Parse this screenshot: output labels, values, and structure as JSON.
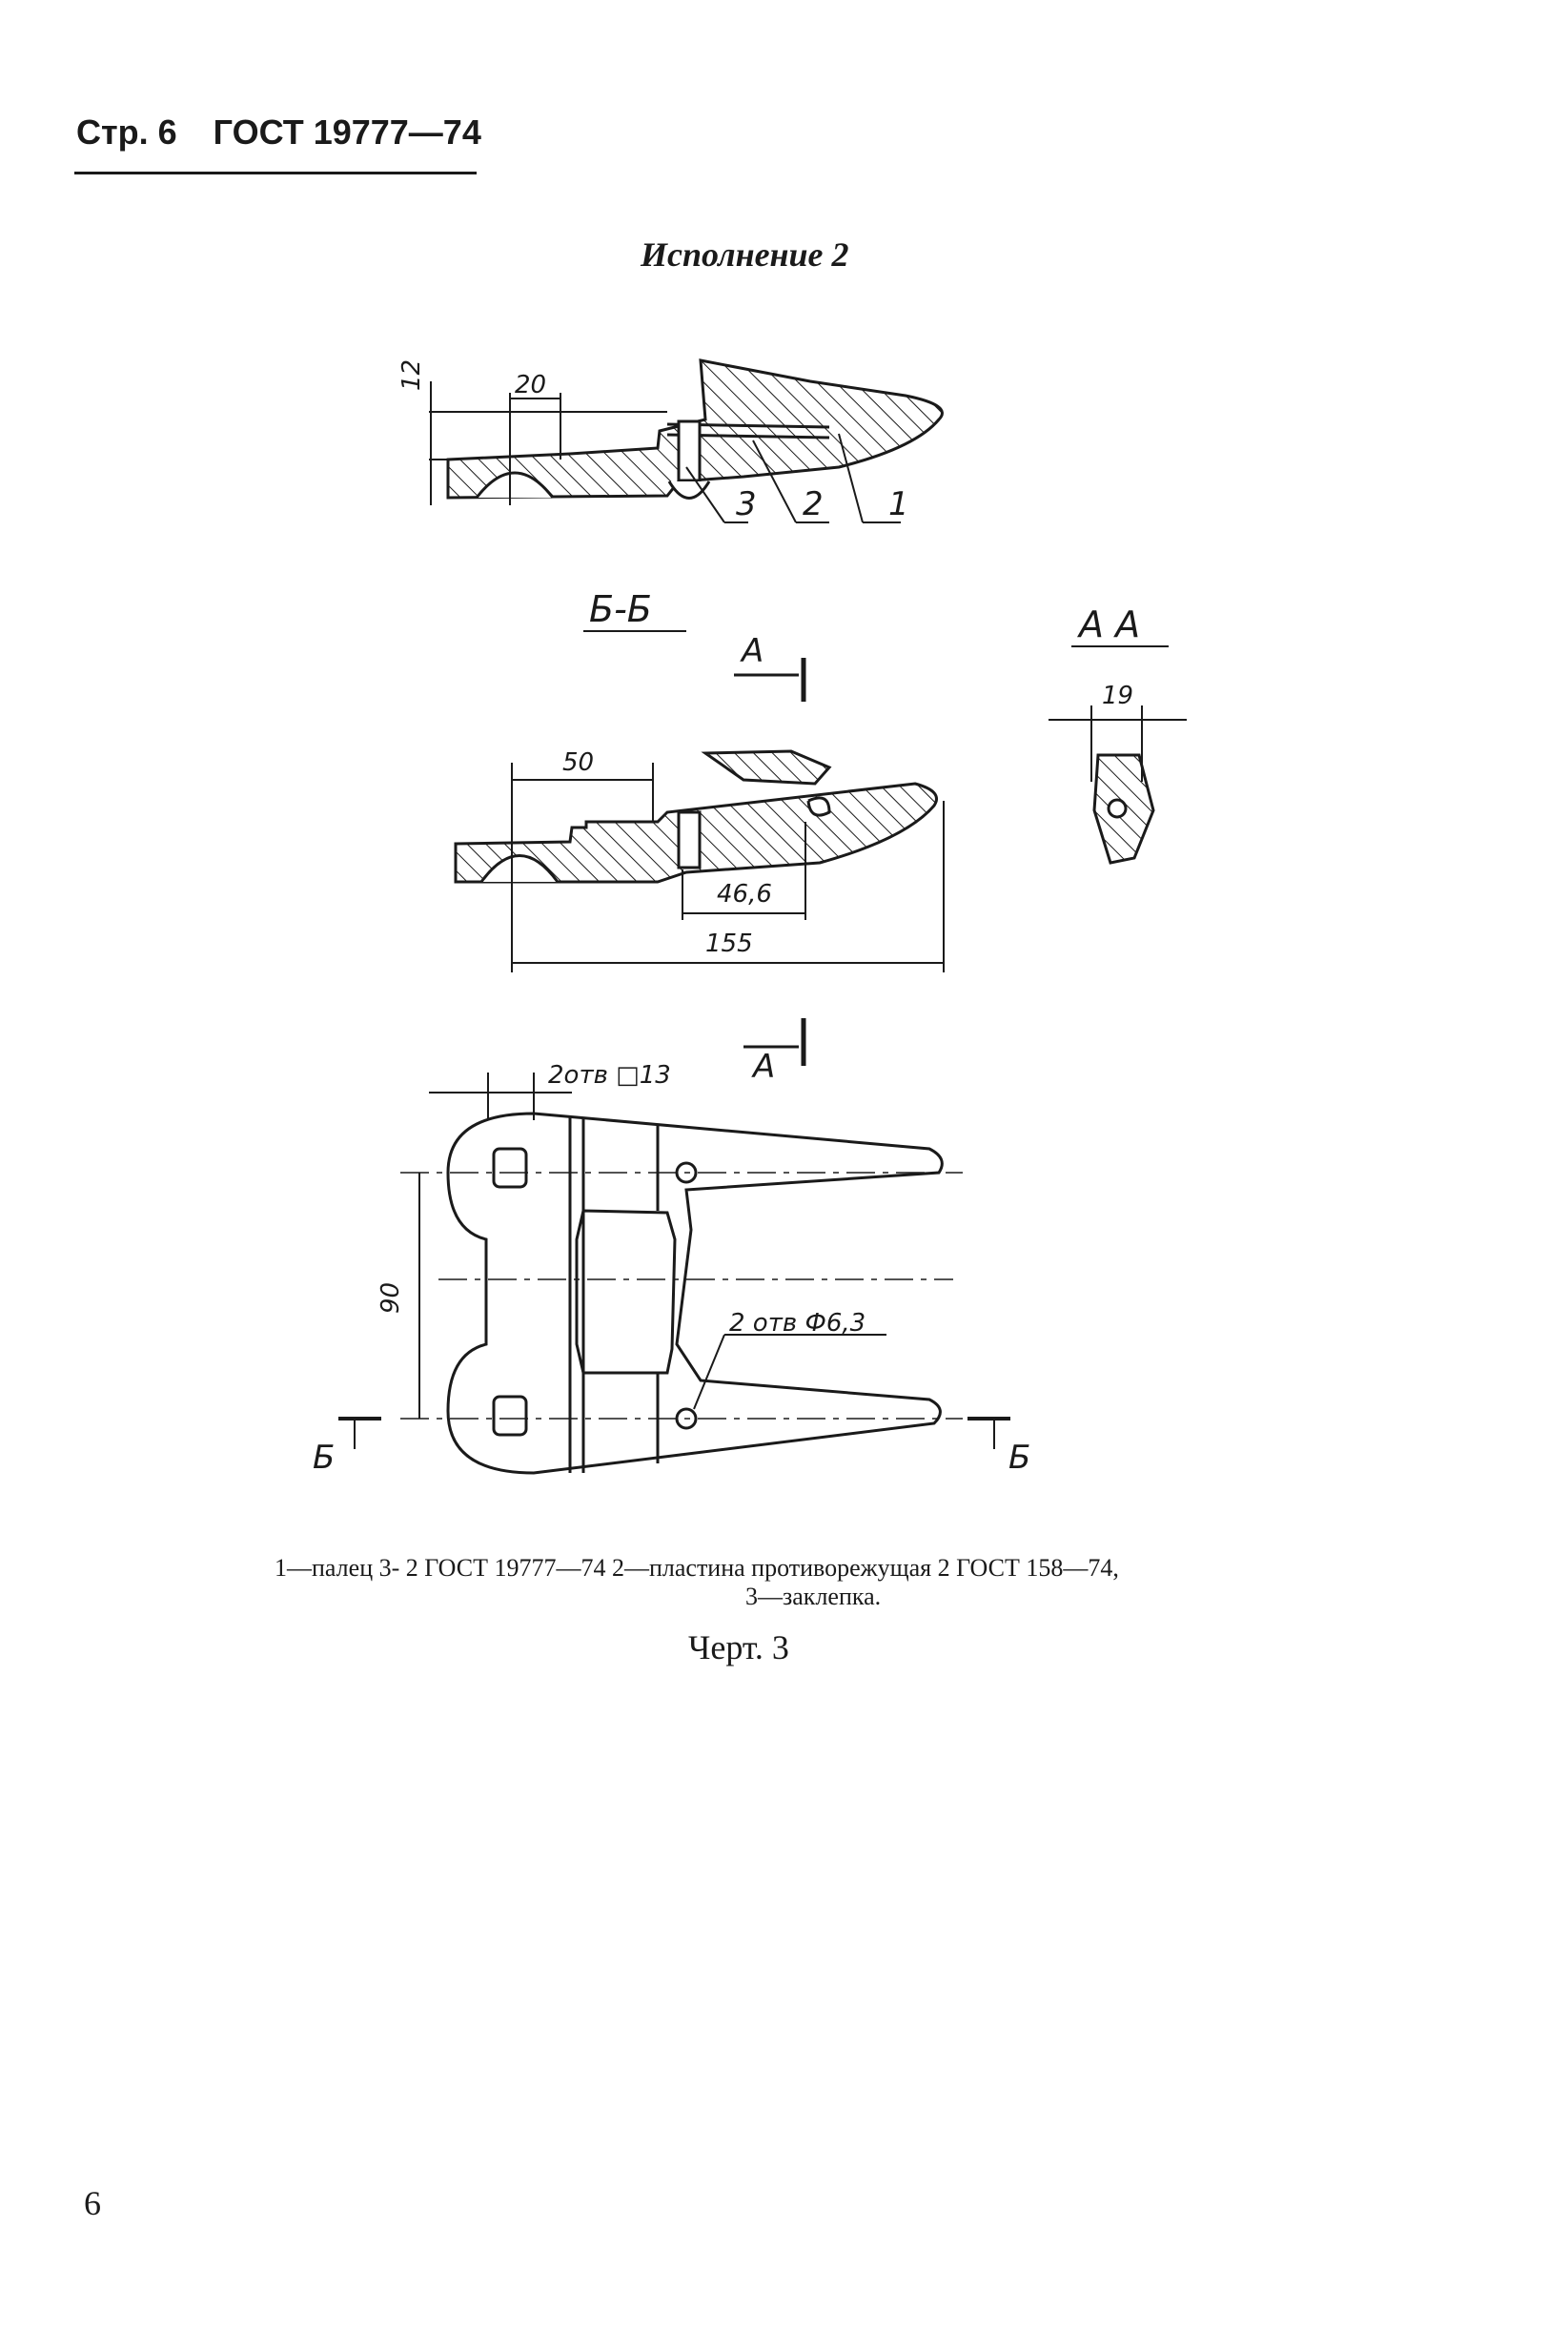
{
  "header": {
    "page": "Стр. 6",
    "standard": "ГОСТ 19777—74"
  },
  "subtitle": "Исполнение 2",
  "drawing": {
    "dim_12": "12",
    "dim_20": "20",
    "callout_3": "3",
    "callout_2": "2",
    "callout_1": "1",
    "section_bb": "Б-Б",
    "section_aa": "А  А",
    "marker_a_top": "А",
    "marker_a_bottom": "А",
    "dim_19": "19",
    "dim_50": "50",
    "dim_46_6": "46,6",
    "dim_155": "155",
    "holes_square": "2отв □13",
    "holes_round": "2 отв Ф6,3",
    "dim_90": "90",
    "marker_b_left": "Б",
    "marker_b_right": "Б"
  },
  "legend": {
    "line1": "1—палец 3- 2 ГОСТ 19777—74   2—пластина противорежущая 2 ГОСТ 158—74,",
    "line2": "3—заклепка."
  },
  "figure_label": "Черт. 3",
  "page_number": "6"
}
